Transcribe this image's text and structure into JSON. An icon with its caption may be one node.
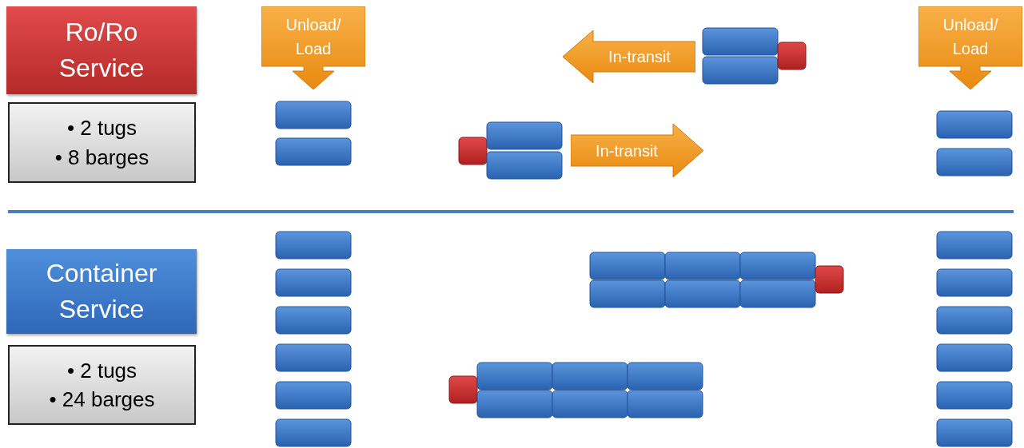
{
  "diagram": {
    "nodes": [
      {
        "text": [
          "Ro/Ro Service"
        ]
      },
      {
        "text": [
          "Unload/ Load"
        ]
      },
      {
        "text": [
          "In-transit"
        ]
      },
      {
        "text": [
          "Unload/ Load"
        ]
      },
      {
        "text": [
          "• 2 tugs",
          "• 8 barges"
        ]
      },
      {
        "text": [
          "In-transit"
        ]
      },
      {
        "text": [
          "Container Service"
        ]
      },
      {
        "text": [
          "• 2 tugs",
          "• 24 barges"
        ]
      }
    ]
  }
}
